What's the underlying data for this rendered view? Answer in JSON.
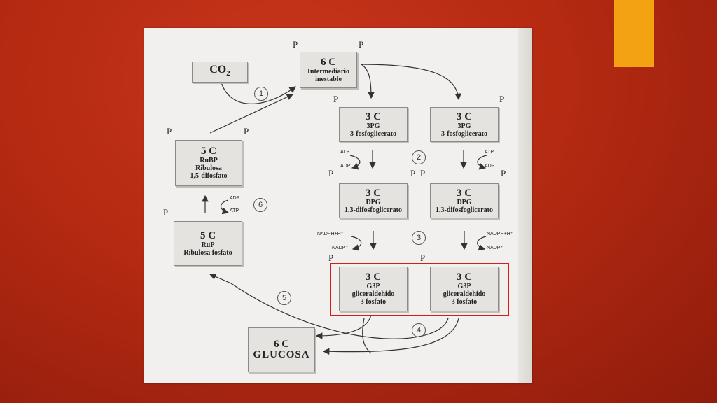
{
  "diagram": {
    "co2": "CO2",
    "intermediate": {
      "carbons": "6 C",
      "line1": "Intermediario",
      "line2": "inestable"
    },
    "pg_left": {
      "carbons": "3 C",
      "abbr": "3PG",
      "name": "3-fosfoglicerato"
    },
    "pg_right": {
      "carbons": "3 C",
      "abbr": "3PG",
      "name": "3-fosfoglicerato"
    },
    "dpg_left": {
      "carbons": "3 C",
      "abbr": "DPG",
      "name": "1,3-difosfoglicerato"
    },
    "dpg_right": {
      "carbons": "3 C",
      "abbr": "DPG",
      "name": "1,3-difosfoglicerato"
    },
    "g3p_left": {
      "carbons": "3 C",
      "abbr": "G3P",
      "line1": "gliceraldehído",
      "line2": "3 fosfato"
    },
    "g3p_right": {
      "carbons": "3 C",
      "abbr": "G3P",
      "line1": "gliceraldehído",
      "line2": "3 fosfato"
    },
    "rubp": {
      "carbons": "5 C",
      "abbr": "RuBP",
      "line1": "Ribulosa",
      "line2": "1,5-difosfato"
    },
    "rup": {
      "carbons": "5 C",
      "abbr": "RuP",
      "name": "Ribulosa fosfato"
    },
    "glucose": {
      "carbons": "6 C",
      "name": "GLUCOSA"
    },
    "phosphate": "P",
    "steps": [
      "1",
      "2",
      "3",
      "4",
      "5",
      "6"
    ],
    "cofactors": {
      "atp": "ATP",
      "adp": "ADP",
      "nadph": "NADPH+H⁺",
      "nadp": "NADP⁺"
    }
  },
  "colors": {
    "background": "#b52a12",
    "accent": "#f3a212",
    "highlight": "#d71a1a"
  }
}
